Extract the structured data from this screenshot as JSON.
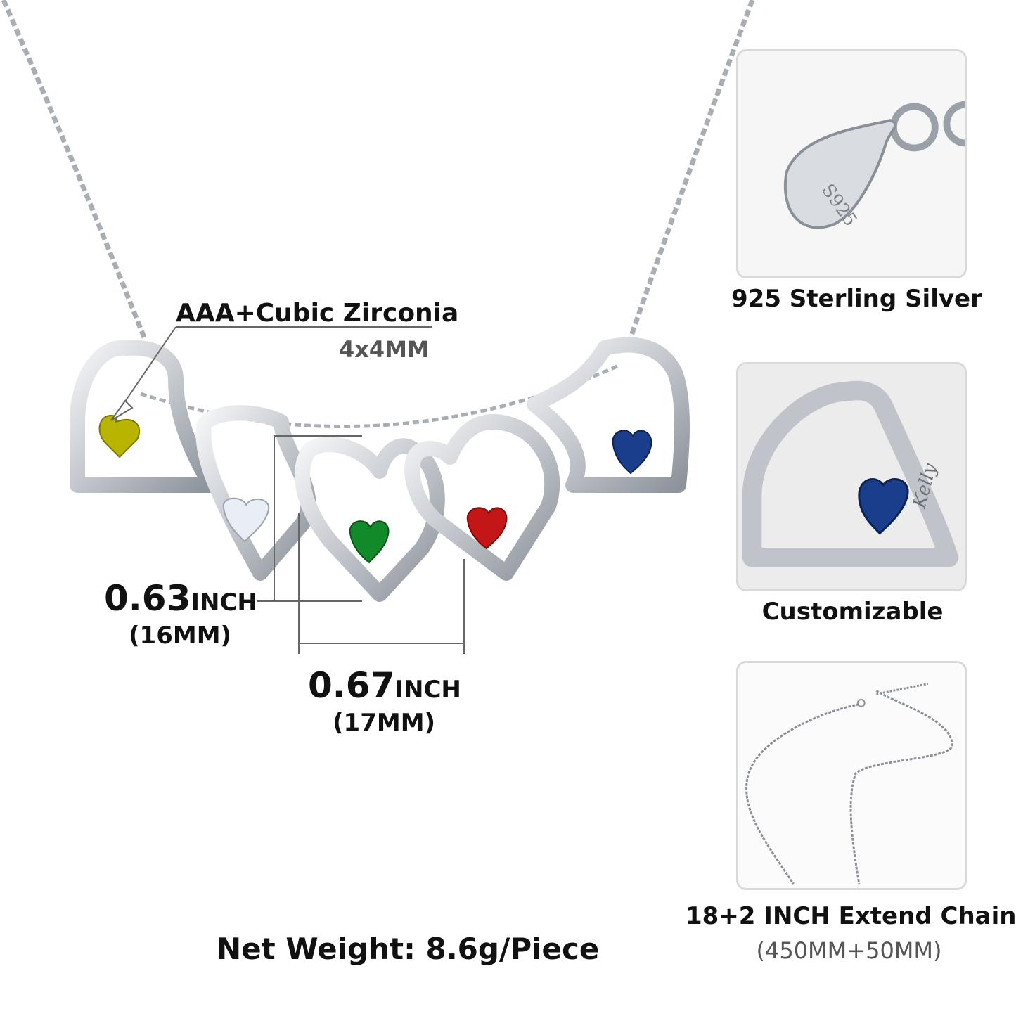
{
  "product": {
    "stone_label": "AAA+Cubic Zirconia",
    "stone_size": "4x4MM",
    "height_value": "0.63",
    "height_unit": "INCH",
    "height_mm": "(16MM)",
    "width_value": "0.67",
    "width_unit": "INCH",
    "width_mm": "(17MM)",
    "net_weight": "Net Weight:  8.6g/Piece"
  },
  "thumbnails": [
    {
      "caption": "925 Sterling Silver",
      "icon": "sterling-tag-icon",
      "engraving": "S925"
    },
    {
      "caption": "Customizable",
      "icon": "engraved-heart-icon",
      "engraving": "Kelly"
    },
    {
      "caption": "18+2 INCH Extend Chain",
      "subcaption": "(450MM+50MM)",
      "icon": "chain-icon"
    }
  ],
  "colors": {
    "silver": "#c8ccd2",
    "silver_dark": "#8a9098",
    "peridot": "#b8b400",
    "crystal": "#e8eef4",
    "emerald": "#138a2a",
    "ruby": "#c41616",
    "sapphire": "#1a3e8c",
    "annotation_line": "#666666"
  },
  "gems": [
    "peridot",
    "crystal",
    "emerald",
    "ruby",
    "sapphire"
  ]
}
